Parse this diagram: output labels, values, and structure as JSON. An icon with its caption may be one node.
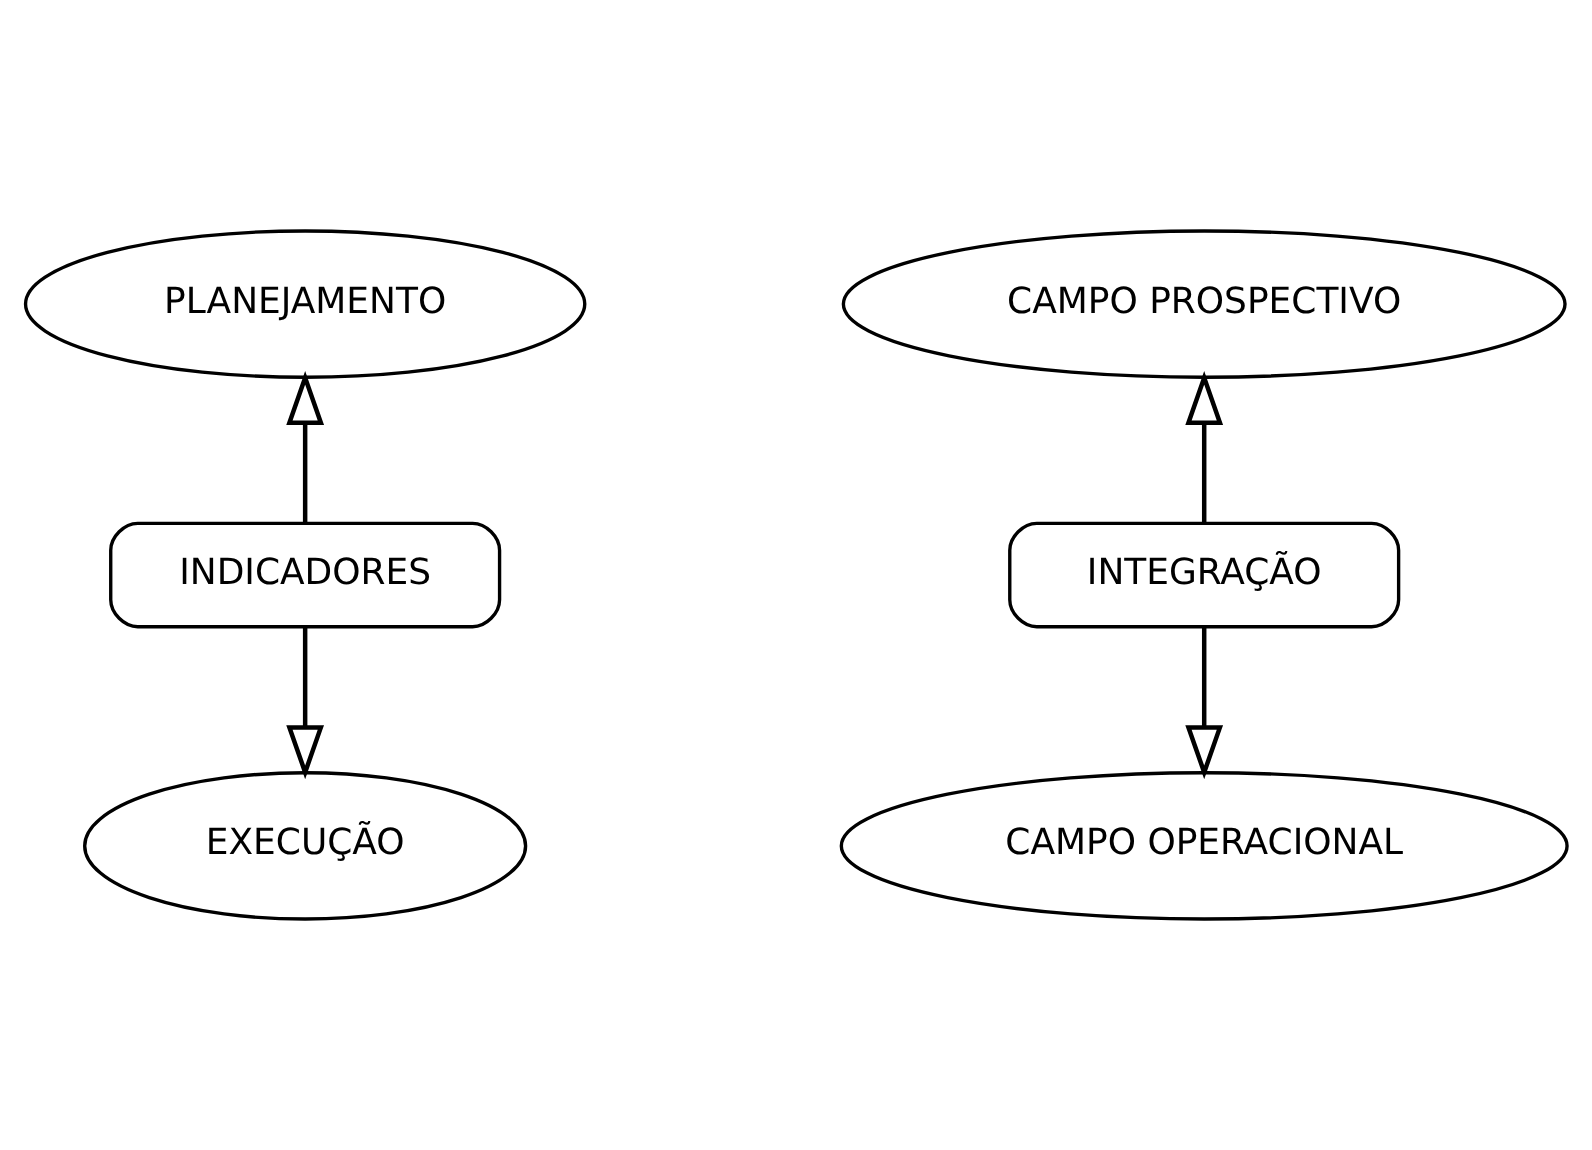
{
  "diagram": {
    "nodes": [
      {
        "text": [
          "PLANEJAMENTO"
        ]
      },
      {
        "text": [
          "INDICADORES"
        ]
      },
      {
        "text": [
          "EXECUÇÃO"
        ]
      },
      {
        "text": [
          "CAMPO PROSPECTIVO"
        ]
      },
      {
        "text": [
          "INTEGRAÇÃO"
        ]
      },
      {
        "text": [
          "CAMPO OPERACIONAL"
        ]
      }
    ],
    "edges": [
      {
        "from": 1,
        "to": 0,
        "arrow": "to"
      },
      {
        "from": 1,
        "to": 2,
        "arrow": "to"
      },
      {
        "from": 4,
        "to": 3,
        "arrow": "to"
      },
      {
        "from": 4,
        "to": 5,
        "arrow": "to"
      }
    ]
  }
}
